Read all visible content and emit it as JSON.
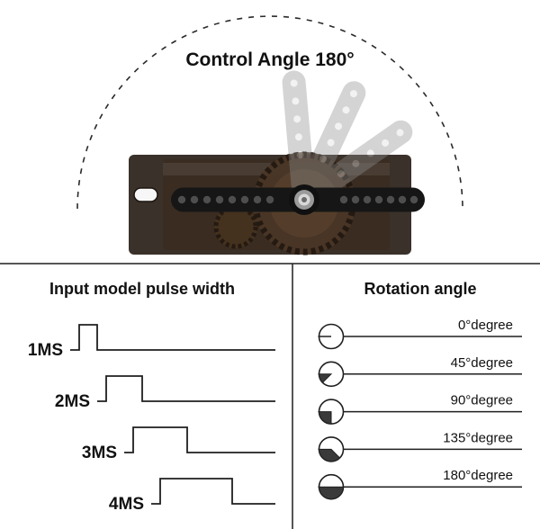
{
  "title": "Control Angle 180°",
  "left_panel": {
    "heading": "Input model pulse width",
    "pulses": [
      {
        "label": "1MS",
        "ms": 1
      },
      {
        "label": "2MS",
        "ms": 2
      },
      {
        "label": "3MS",
        "ms": 3
      },
      {
        "label": "4MS",
        "ms": 4
      }
    ]
  },
  "right_panel": {
    "heading": "Rotation angle",
    "rows": [
      {
        "label": "0°degree",
        "degrees": 0
      },
      {
        "label": "45°degree",
        "degrees": 45
      },
      {
        "label": "90°degree",
        "degrees": 90
      },
      {
        "label": "135°degree",
        "degrees": 135
      },
      {
        "label": "180°degree",
        "degrees": 180
      }
    ]
  },
  "colors": {
    "line": "#1f1f1f",
    "wedge_fill": "#3a3a3a",
    "servo_flange": "#2b211a",
    "servo_body": "#3a2c21",
    "gear": "#4a3626",
    "horn": "#161616",
    "ghost_arm": "#8f8f8f"
  }
}
